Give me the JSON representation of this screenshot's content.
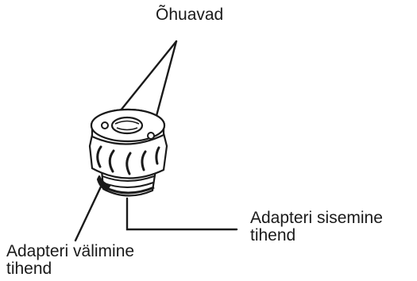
{
  "diagram": {
    "subject": "adapter",
    "labels": {
      "air_holes": "Õhuavad",
      "inner_seal": [
        "Adapteri sisemine",
        "tihend"
      ],
      "outer_seal": [
        "Adapteri välimine",
        "tihend"
      ]
    },
    "colors": {
      "ink": "#1a1a1a",
      "background": "#ffffff"
    }
  }
}
